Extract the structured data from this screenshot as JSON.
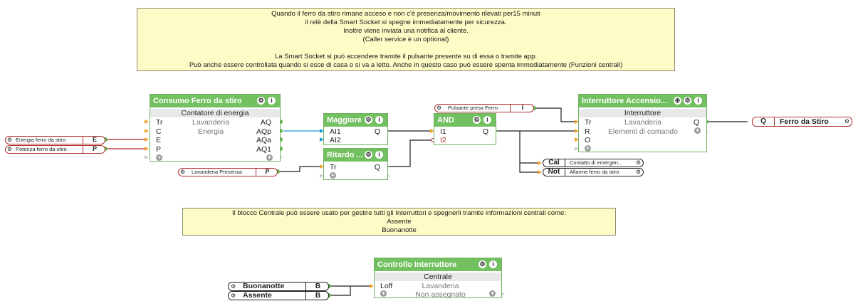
{
  "colors": {
    "wire": "#1e1e1e",
    "wire_red": "#b02020",
    "wire_blue": "#1a9ad6",
    "header": "#72c05f",
    "note": "#fdfbc6"
  },
  "notes": {
    "top": [
      "Quando il ferro da stiro rimane acceso e non c'è presenza/movimento rilevati per15 minuti",
      "il relè della Smart Socket si spegne immediatamente per sicurezza.",
      "Inoltre viene inviata una notifica al cliente.",
      "(Caller service è un optional)",
      "",
      "La Smart Socket si può accendere tramite il pulsante presente su di essa o tramite app.",
      "Può anche essere controllata quando si esce di casa o si va a letto. Anche in questo caso può essere spenta immediatamente (Funzioni centrali)"
    ],
    "middle": [
      "Il blocco Centrale può essere usato per gestire tutti gli Interruttori e spegnerli tramite informazioni centrali come:",
      "Assente",
      "Buonanotte"
    ]
  },
  "blocks": {
    "consumo": {
      "title": "Consumo Ferro da stiro",
      "subtitle": "Contatore di energia",
      "left": [
        "Tr",
        "C",
        "E",
        "P"
      ],
      "right": [
        "AQ",
        "AQp",
        "AQa",
        "AQ1"
      ],
      "mid": [
        "Lavanderia",
        "Energia"
      ]
    },
    "maggiore": {
      "title": "Maggiore",
      "left": [
        "AI1",
        "AI2"
      ],
      "right": [
        "Q"
      ]
    },
    "ritardo": {
      "title": "Ritardo ...",
      "left": [
        "Tr"
      ],
      "right": [
        "Q"
      ]
    },
    "and": {
      "title": "AND",
      "left": [
        "I1",
        "I2"
      ],
      "right": [
        "Q"
      ]
    },
    "interruttore": {
      "title": "Interruttore Accensio...",
      "subtitle": "Interruttore",
      "left": [
        "Tr",
        "R",
        "O"
      ],
      "right": [
        "Q"
      ],
      "mid": [
        "Lavanderia",
        "Elementi di comando"
      ]
    },
    "controllo": {
      "title": "Controllo Interruttore",
      "subtitle": "Centrale",
      "left": [
        "Loff"
      ],
      "mid": [
        "Lavanderia",
        "Non assegnato"
      ]
    }
  },
  "inputs": {
    "energia": {
      "label": "Energia ferro da stiro",
      "ch": "E"
    },
    "potenza": {
      "label": "Potenza ferro da stiro",
      "ch": "P"
    },
    "presenza": {
      "label": "Lavanderia Presenza",
      "ch": "P"
    },
    "pulsante": {
      "label": "Pulsante presa Ferro",
      "ch": "I"
    }
  },
  "outputs": {
    "ferro": {
      "ch": "Q",
      "label": "Ferro da Stiro"
    },
    "cal": {
      "ch": "Cal",
      "label": "Contatto di emergen..."
    },
    "not": {
      "ch": "Not",
      "label": "Allarme ferro da stiro"
    }
  },
  "central": {
    "buonanotte": {
      "label": "Buonanotte",
      "ch": "B"
    },
    "assente": {
      "label": "Assente",
      "ch": "B"
    }
  }
}
